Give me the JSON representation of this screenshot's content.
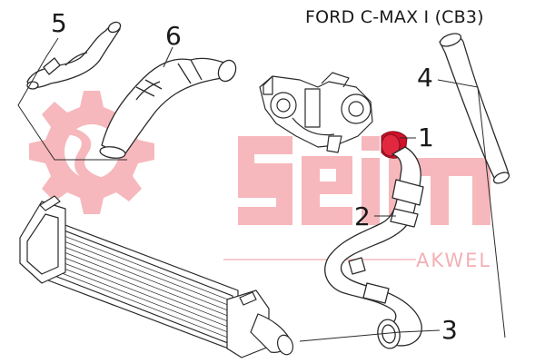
{
  "title": "FORD C-MAX I (CB3)",
  "callouts": [
    "1",
    "2",
    "3",
    "4",
    "5",
    "6"
  ],
  "watermark": {
    "word": "AKWEL",
    "color": "#f6b8bc"
  },
  "colors": {
    "highlight": "#d2112b",
    "line": "#2a2a2a",
    "fill": "#ffffff"
  }
}
